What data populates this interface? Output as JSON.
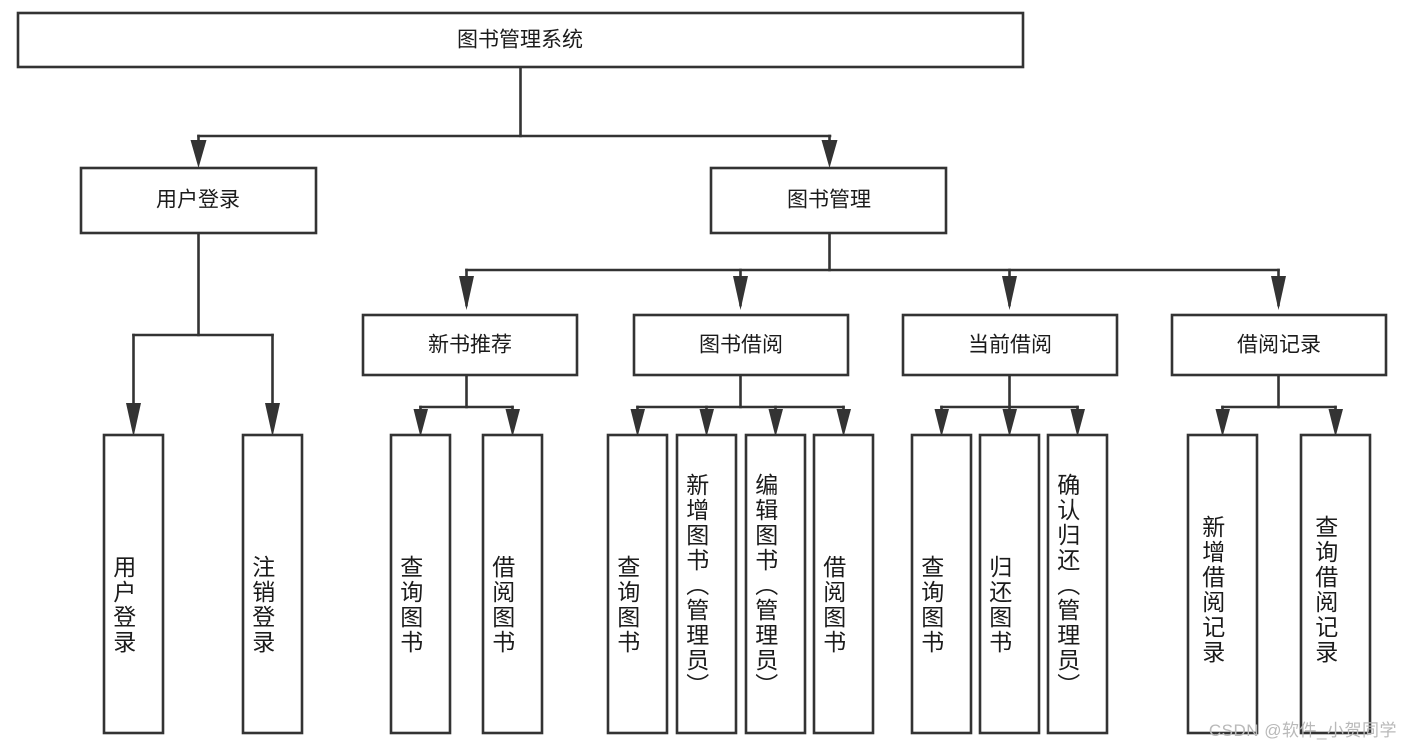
{
  "diagram": {
    "type": "hierarchy-tree",
    "title": "图书管理系统",
    "watermark": "CSDN @软件_小贺同学",
    "colors": {
      "box_stroke": "#333333",
      "box_fill": "#ffffff",
      "text": "#1b1b1b",
      "watermark": "#b9b9b9",
      "background": "#ffffff"
    },
    "root": {
      "label": "图书管理系统"
    },
    "level2": [
      {
        "label": "用户登录"
      },
      {
        "label": "图书管理"
      }
    ],
    "level3": [
      {
        "label": "新书推荐"
      },
      {
        "label": "图书借阅"
      },
      {
        "label": "当前借阅"
      },
      {
        "label": "借阅记录"
      }
    ],
    "leaves": {
      "user_login": [
        {
          "label": "用户登录"
        },
        {
          "label": "注销登录"
        }
      ],
      "new_book": [
        {
          "label": "查询图书"
        },
        {
          "label": "借阅图书"
        }
      ],
      "borrow_book": [
        {
          "label": "查询图书"
        },
        {
          "label": "新增图书（管理员）"
        },
        {
          "label": "编辑图书（管理员）"
        },
        {
          "label": "借阅图书"
        }
      ],
      "current_borrow": [
        {
          "label": "查询图书"
        },
        {
          "label": "归还图书"
        },
        {
          "label": "确认归还（管理员）"
        }
      ],
      "borrow_record": [
        {
          "label": "新增借阅记录"
        },
        {
          "label": "查询借阅记录"
        }
      ]
    }
  }
}
